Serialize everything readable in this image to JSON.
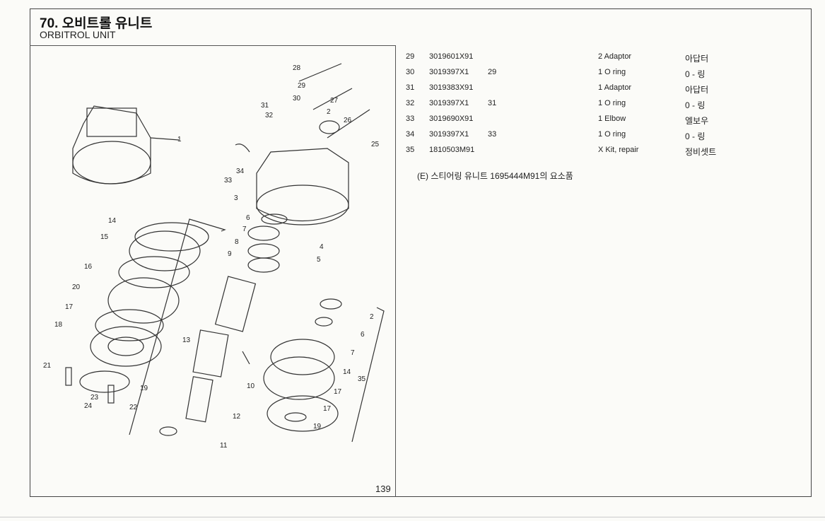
{
  "header": {
    "title_ko": "70. 오비트롤 유니트",
    "title_en": "ORBITROL UNIT"
  },
  "parts": [
    {
      "no": "29",
      "part": "3019601X91",
      "ref": "",
      "qty_desc": "2 Adaptor",
      "ko": "아답터"
    },
    {
      "no": "30",
      "part": "3019397X1",
      "ref": "29",
      "qty_desc": "1 O ring",
      "ko": "0 - 링"
    },
    {
      "no": "31",
      "part": "3019383X91",
      "ref": "",
      "qty_desc": "1 Adaptor",
      "ko": "아답터"
    },
    {
      "no": "32",
      "part": "3019397X1",
      "ref": "31",
      "qty_desc": "1 O ring",
      "ko": "0 - 링"
    },
    {
      "no": "33",
      "part": "3019690X91",
      "ref": "",
      "qty_desc": "1 Elbow",
      "ko": "엘보우"
    },
    {
      "no": "34",
      "part": "3019397X1",
      "ref": "33",
      "qty_desc": "1 O ring",
      "ko": "0 - 링"
    },
    {
      "no": "35",
      "part": "1810503M91",
      "ref": "",
      "qty_desc": "X Kit, repair",
      "ko": "정비셋트"
    }
  ],
  "note": "(E)   스티어링 유니트 1695444M91의 요소품",
  "diagram_callouts": [
    "28",
    "29",
    "30",
    "31",
    "32",
    "27",
    "2",
    "26",
    "25",
    "1",
    "34",
    "33",
    "3",
    "6",
    "7",
    "4",
    "8",
    "9",
    "5",
    "14",
    "15",
    "16",
    "20",
    "17",
    "18",
    "13",
    "2",
    "6",
    "7",
    "14",
    "35",
    "17",
    "17",
    "19",
    "21",
    "19",
    "23",
    "24",
    "22",
    "10",
    "12",
    "11"
  ],
  "page_number": "139"
}
